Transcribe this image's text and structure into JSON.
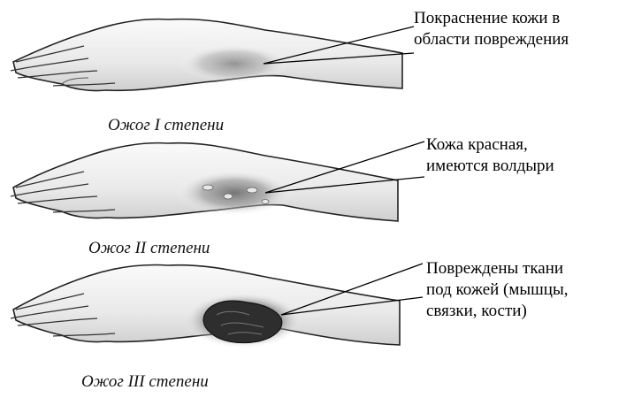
{
  "panels": [
    {
      "caption": "Ожог I степени",
      "callout_lines": [
        "Покраснение кожи в",
        "области повреждения"
      ]
    },
    {
      "caption": "Ожог II степени",
      "callout_lines": [
        "Кожа красная,",
        "имеются волдыри"
      ]
    },
    {
      "caption": "Ожог III степени",
      "callout_lines": [
        "Повреждены ткани",
        "под кожей (мышцы,",
        "связки, кости)"
      ]
    }
  ],
  "colors": {
    "line": "#000000",
    "skin_fill": "#f2f2f2",
    "skin_outline": "#222222",
    "burn_light": "#9a9a9a",
    "burn_dark": "#222222"
  }
}
